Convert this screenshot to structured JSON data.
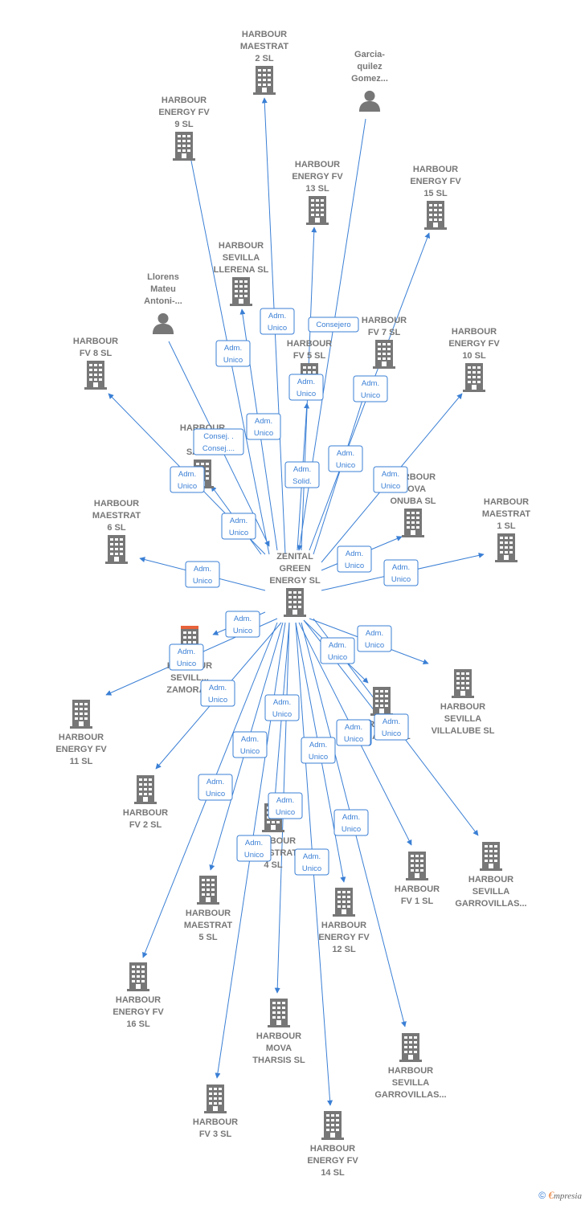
{
  "center": {
    "id": "zenital",
    "lines": [
      "ZENITAL",
      "GREEN",
      "ENERGY  SL"
    ]
  },
  "nodes": [
    {
      "id": "maestrat2",
      "lines": [
        "HARBOUR",
        "MAESTRAT",
        "2  SL"
      ],
      "type": "company"
    },
    {
      "id": "garcia",
      "lines": [
        "Garcia-",
        "quilez",
        "Gomez..."
      ],
      "type": "person"
    },
    {
      "id": "fv9",
      "lines": [
        "HARBOUR",
        "ENERGY FV",
        "9  SL"
      ],
      "type": "company"
    },
    {
      "id": "fv13",
      "lines": [
        "HARBOUR",
        "ENERGY FV",
        "13  SL"
      ],
      "type": "company"
    },
    {
      "id": "fv15",
      "lines": [
        "HARBOUR",
        "ENERGY FV",
        "15  SL"
      ],
      "type": "company"
    },
    {
      "id": "llerena",
      "lines": [
        "HARBOUR",
        "SEVILLA",
        "LLERENA  SL"
      ],
      "type": "company"
    },
    {
      "id": "llorens",
      "lines": [
        "Llorens",
        "Mateu",
        "Antoni-..."
      ],
      "type": "person"
    },
    {
      "id": "fv7",
      "lines": [
        "HARBOUR",
        "FV 7  SL"
      ],
      "type": "company"
    },
    {
      "id": "fv10",
      "lines": [
        "HARBOUR",
        "ENERGY FV",
        "10  SL"
      ],
      "type": "company"
    },
    {
      "id": "fv8",
      "lines": [
        "HARBOUR",
        "FV 8  SL"
      ],
      "type": "company"
    },
    {
      "id": "fv5",
      "lines": [
        "HARBOUR",
        "FV 5  SL"
      ],
      "type": "company"
    },
    {
      "id": "saucejo",
      "lines": [
        "HARBOUR",
        "SE...",
        "SAUC..."
      ],
      "type": "company"
    },
    {
      "id": "onuba",
      "lines": [
        "HARBOUR",
        "MOVA",
        "ONUBA  SL"
      ],
      "type": "company"
    },
    {
      "id": "maestrat6",
      "lines": [
        "HARBOUR",
        "MAESTRAT",
        "6  SL"
      ],
      "type": "company"
    },
    {
      "id": "maestrat1",
      "lines": [
        "HARBOUR",
        "MAESTRAT",
        "1  SL"
      ],
      "type": "company"
    },
    {
      "id": "zamora",
      "lines": [
        "HARBOUR",
        "SEVILL...",
        "ZAMORA..."
      ],
      "type": "company"
    },
    {
      "id": "villalube",
      "lines": [
        "HARBOUR",
        "SEVILLA",
        "VILLALUBE  SL"
      ],
      "type": "company"
    },
    {
      "id": "fv11",
      "lines": [
        "HARBOUR",
        "ENERGY FV",
        "11  SL"
      ],
      "type": "company"
    },
    {
      "id": "almaraz",
      "lines": [
        "HARBOUR...",
        "ALMARAZ  SL"
      ],
      "type": "company"
    },
    {
      "id": "fv2",
      "lines": [
        "HARBOUR",
        "FV 2  SL"
      ],
      "type": "company"
    },
    {
      "id": "maestrat4",
      "lines": [
        "HARBOUR",
        "MAESTRAT",
        "4  SL"
      ],
      "type": "company"
    },
    {
      "id": "fv1",
      "lines": [
        "HARBOUR",
        "FV 1  SL"
      ],
      "type": "company"
    },
    {
      "id": "garrovillas1",
      "lines": [
        "HARBOUR",
        "SEVILLA",
        "GARROVILLAS..."
      ],
      "type": "company"
    },
    {
      "id": "maestrat5",
      "lines": [
        "HARBOUR",
        "MAESTRAT",
        "5  SL"
      ],
      "type": "company"
    },
    {
      "id": "fv12",
      "lines": [
        "HARBOUR",
        "ENERGY FV",
        "12  SL"
      ],
      "type": "company"
    },
    {
      "id": "fv16",
      "lines": [
        "HARBOUR",
        "ENERGY FV",
        "16  SL"
      ],
      "type": "company"
    },
    {
      "id": "tharsis",
      "lines": [
        "HARBOUR",
        "MOVA",
        "THARSIS  SL"
      ],
      "type": "company"
    },
    {
      "id": "garrovillas2",
      "lines": [
        "HARBOUR",
        "SEVILLA",
        "GARROVILLAS..."
      ],
      "type": "company"
    },
    {
      "id": "fv3",
      "lines": [
        "HARBOUR",
        "FV 3  SL"
      ],
      "type": "company"
    },
    {
      "id": "fv14",
      "lines": [
        "HARBOUR",
        "ENERGY FV",
        "14  SL"
      ],
      "type": "company"
    }
  ],
  "edges": [
    {
      "to": "maestrat2",
      "label": [
        "Adm.",
        "Unico"
      ]
    },
    {
      "from": "garcia",
      "label": [
        "Consejero"
      ]
    },
    {
      "to": "fv9",
      "label": [
        "Adm.",
        "Unico"
      ]
    },
    {
      "to": "fv13",
      "label": [
        "Adm.",
        "Unico"
      ]
    },
    {
      "to": "fv15",
      "label": [
        "Adm.",
        "Unico"
      ]
    },
    {
      "to": "llerena",
      "label": [
        "Adm.",
        "Unico"
      ]
    },
    {
      "from": "llorens",
      "label": [
        "Consej. .",
        "Consej...."
      ]
    },
    {
      "to": "fv5",
      "label": [
        "Adm.",
        "Solid."
      ]
    },
    {
      "to": "fv7",
      "label": [
        "Adm.",
        "Unico"
      ]
    },
    {
      "to": "fv10",
      "label": [
        "Adm.",
        "Unico"
      ]
    },
    {
      "to": "fv8",
      "label": [
        "Adm.",
        "Unico"
      ]
    },
    {
      "to": "saucejo",
      "label": [
        "Adm.",
        "Unico"
      ]
    },
    {
      "to": "onuba",
      "label": [
        "Adm.",
        "Unico"
      ]
    },
    {
      "to": "maestrat6",
      "label": [
        "Adm.",
        "Unico"
      ]
    },
    {
      "to": "maestrat1",
      "label": [
        "Adm.",
        "Unico"
      ]
    },
    {
      "to": "zamora",
      "label": [
        "Adm.",
        "Unico"
      ]
    },
    {
      "to": "fv11",
      "label": [
        "Adm.",
        "Unico"
      ]
    },
    {
      "to": "villalube",
      "label": [
        "Adm.",
        "Unico"
      ]
    },
    {
      "to": "almaraz",
      "label": [
        "Adm.",
        "Unico"
      ]
    },
    {
      "to": "fv2",
      "label": [
        "Adm.",
        "Unico"
      ]
    },
    {
      "to": "maestrat4",
      "label": [
        "Adm.",
        "Unico"
      ]
    },
    {
      "to": "fv1",
      "label": [
        "Adm.",
        "Unico"
      ]
    },
    {
      "to": "garrovillas1",
      "label": [
        "Adm.",
        "Unico"
      ]
    },
    {
      "to": "maestrat5",
      "label": [
        "Adm.",
        "Unico"
      ]
    },
    {
      "to": "fv12",
      "label": [
        "Adm.",
        "Unico"
      ]
    },
    {
      "to": "fv16",
      "label": [
        "Adm.",
        "Unico"
      ]
    },
    {
      "to": "tharsis",
      "label": [
        "Adm.",
        "Unico"
      ]
    },
    {
      "to": "garrovillas2",
      "label": [
        "Adm.",
        "Unico"
      ]
    },
    {
      "to": "fv3",
      "label": [
        "Adm.",
        "Unico"
      ]
    },
    {
      "to": "fv14",
      "label": [
        "Adm.",
        "Unico"
      ]
    },
    {
      "to": "almaraz",
      "label": [
        "Adm.",
        "Unico"
      ]
    }
  ],
  "footer": {
    "copyright": "©",
    "brand": "€",
    "brand_rest": "mpresia"
  },
  "colors": {
    "edge": "#3a7fd5",
    "icon": "#777777",
    "highlight": "#e8623a"
  }
}
